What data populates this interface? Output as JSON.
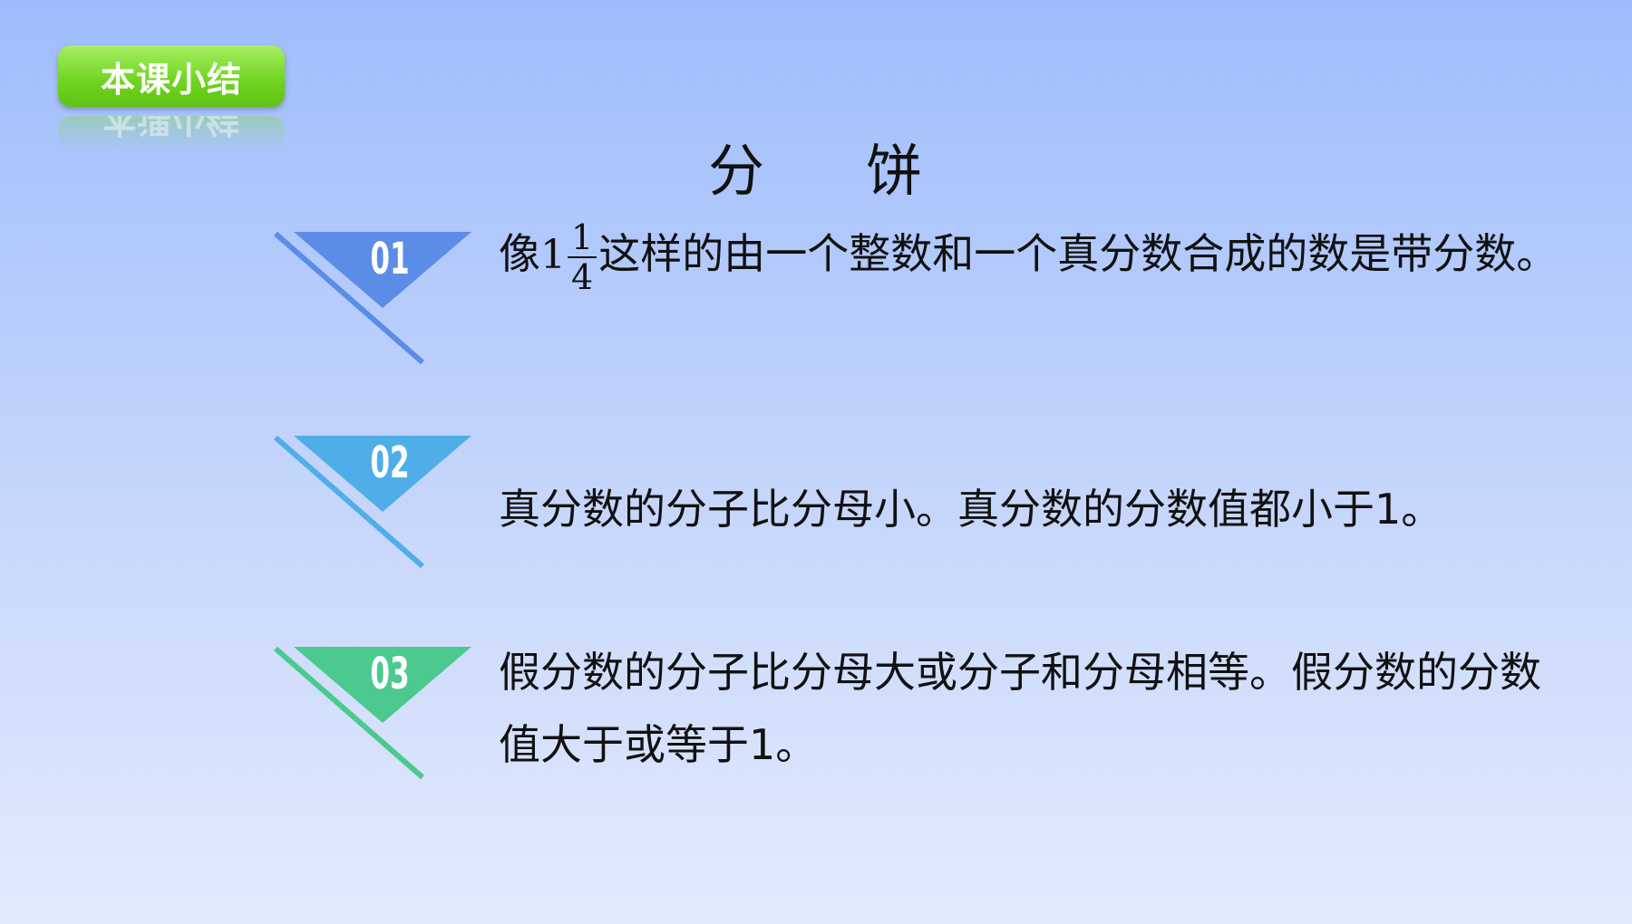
{
  "badge": {
    "label": "本课小结"
  },
  "title": {
    "left": "分",
    "right": "饼"
  },
  "items": [
    {
      "number": "01",
      "color": "#5b8de6",
      "prefix": "像",
      "whole": "1",
      "numerator": "1",
      "denominator": "4",
      "suffix": "这样的由一个整数和一个真分数合成的数是带分数。"
    },
    {
      "number": "02",
      "color": "#4faee8",
      "text": "真分数的分子比分母小。真分数的分数值都小于1。"
    },
    {
      "number": "03",
      "color": "#4cc98e",
      "line1": "假分数的分子比分母大或分子和分母相等。假分数的分数",
      "line2": "值大于或等于1。"
    }
  ]
}
